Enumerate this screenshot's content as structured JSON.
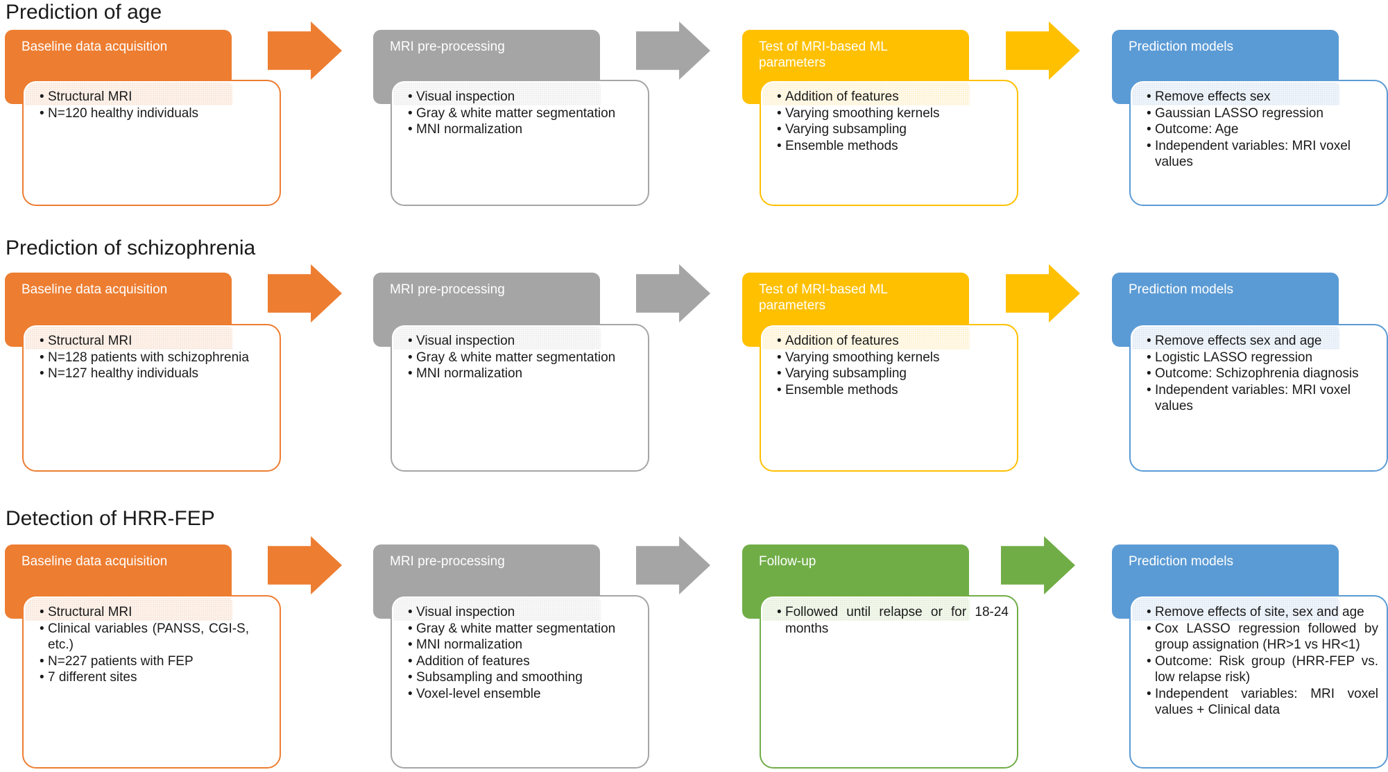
{
  "palette": {
    "orange": "#ED7D31",
    "gray": "#A5A5A5",
    "gold": "#FFC000",
    "blue": "#5B9BD5",
    "green": "#70AD47",
    "orange_tint": "#FAE7DA",
    "gray_tint": "#F0F0F0",
    "gold_tint": "#FFF3D4",
    "blue_tint": "#E1EBF6",
    "green_tint": "#E6F0DC",
    "header_text": "#FFFFFF",
    "body_text": "#1A1A1A",
    "background": "#FFFFFF"
  },
  "rows": [
    {
      "title": "Prediction of age",
      "arrows": [
        "orange",
        "gray",
        "gold"
      ],
      "boxes": [
        {
          "header": "Baseline data acquisition",
          "color": "orange",
          "items": [
            "Structural MRI",
            "N=120 healthy individuals"
          ]
        },
        {
          "header": "MRI pre-processing",
          "color": "gray",
          "items": [
            "Visual inspection",
            "Gray & white matter segmentation",
            "MNI normalization"
          ]
        },
        {
          "header": "Test of MRI-based ML parameters",
          "color": "gold",
          "items": [
            "Addition of features",
            "Varying smoothing kernels",
            "Varying subsampling",
            "Ensemble methods"
          ]
        },
        {
          "header": "Prediction models",
          "color": "blue",
          "items": [
            "Remove effects sex",
            "Gaussian LASSO regression",
            "Outcome: Age",
            "Independent variables: MRI voxel values"
          ]
        }
      ]
    },
    {
      "title": "Prediction of schizophrenia",
      "arrows": [
        "orange",
        "gray",
        "gold"
      ],
      "boxes": [
        {
          "header": "Baseline data acquisition",
          "color": "orange",
          "items": [
            "Structural MRI",
            "N=128 patients with schizophrenia",
            "N=127 healthy individuals"
          ]
        },
        {
          "header": "MRI pre-processing",
          "color": "gray",
          "items": [
            "Visual inspection",
            "Gray & white matter segmentation",
            "MNI normalization"
          ]
        },
        {
          "header": "Test of MRI-based ML parameters",
          "color": "gold",
          "items": [
            "Addition of features",
            "Varying smoothing kernels",
            "Varying subsampling",
            "Ensemble methods"
          ]
        },
        {
          "header": "Prediction models",
          "color": "blue",
          "items": [
            "Remove effects sex and age",
            "Logistic LASSO regression",
            "Outcome: Schizophrenia diagnosis",
            "Independent variables: MRI voxel values"
          ]
        }
      ]
    },
    {
      "title": "Detection of HRR-FEP",
      "arrows": [
        "orange",
        "gray",
        "green"
      ],
      "boxes": [
        {
          "header": "Baseline data acquisition",
          "color": "orange",
          "items": [
            "Structural MRI",
            "Clinical variables (PANSS, CGI-S, etc.)",
            "N=227 patients with FEP",
            "7 different sites"
          ]
        },
        {
          "header": "MRI pre-processing",
          "color": "gray",
          "items": [
            "Visual inspection",
            "Gray & white matter segmentation",
            "MNI normalization",
            "Addition of features",
            "Subsampling and smoothing",
            "Voxel-level ensemble"
          ]
        },
        {
          "header": "Follow-up",
          "color": "green",
          "items": [
            "Followed until relapse or for 18-24 months"
          ]
        },
        {
          "header": "Prediction models",
          "color": "blue",
          "items": [
            "Remove effects of site, sex and age",
            "Cox LASSO regression followed by group assignation (HR>1 vs HR<1)",
            "Outcome: Risk group (HRR-FEP vs. low relapse risk)",
            "Independent variables: MRI voxel values + Clinical data"
          ]
        }
      ]
    }
  ]
}
